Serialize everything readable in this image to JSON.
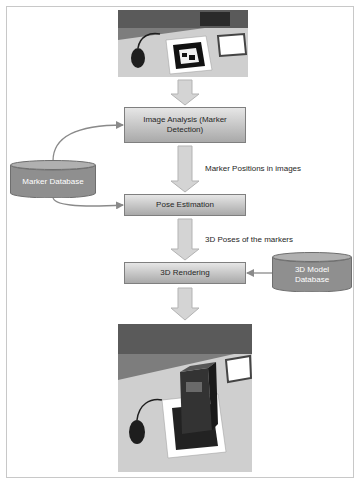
{
  "diagram": {
    "nodes": [
      {
        "text": [
          "Image Analysis (Marker Detection)"
        ]
      },
      {
        "text": [
          "Marker Database"
        ]
      },
      {
        "text": [
          "Pose Estimation"
        ]
      },
      {
        "text": [
          "3D Rendering"
        ]
      },
      {
        "text": [
          "3D Model Database"
        ]
      }
    ],
    "edges": [
      {
        "from": 0,
        "to": 2,
        "arrow": "to",
        "label": "Marker Positions in images"
      },
      {
        "from": 2,
        "to": 3,
        "arrow": "to",
        "label": "3D Poses of the markers"
      },
      {
        "from": 1,
        "to": 0,
        "arrow": "to"
      },
      {
        "from": 1,
        "to": 2,
        "arrow": "to"
      },
      {
        "from": 4,
        "to": 3,
        "arrow": "to"
      }
    ]
  }
}
